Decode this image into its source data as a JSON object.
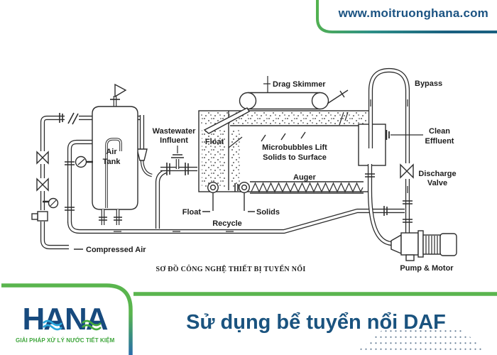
{
  "header": {
    "url": "www.moitruonghana.com"
  },
  "diagram": {
    "caption": "SƠ ĐỒ CÔNG NGHỆ THIẾT BỊ TUYỂN NỔI",
    "labels": {
      "drag_skimmer": "Drag Skimmer",
      "bypass": "Bypass",
      "wastewater_line1": "Wastewater",
      "wastewater_line2": "Influent",
      "float_top": "Float",
      "microbubbles_line1": "Microbubbles Lift",
      "microbubbles_line2": "Solids to Surface",
      "air_tank_line1": "Air",
      "air_tank_line2": "Tank",
      "clean_effluent_line1": "Clean",
      "clean_effluent_line2": "Effluent",
      "discharge_valve_line1": "Discharge",
      "discharge_valve_line2": "Valve",
      "auger": "Auger",
      "float_bottom": "Float",
      "solids": "Solids",
      "recycle": "Recycle",
      "compressed_air": "Compressed Air",
      "pump_motor": "Pump & Motor"
    }
  },
  "footer": {
    "logo_text": "HANA",
    "logo_tagline": "GIẢI PHÁP XỬ LÝ NƯỚC TIẾT KIỆM",
    "title": "Sử dụng bể tuyển nổi DAF"
  },
  "colors": {
    "brand_blue": "#1b5382",
    "brand_green": "#55b04a",
    "brand_teal": "#17778e",
    "footer_line_blue": "#2b6dab",
    "diagram_ink": "#2d2d2d"
  }
}
